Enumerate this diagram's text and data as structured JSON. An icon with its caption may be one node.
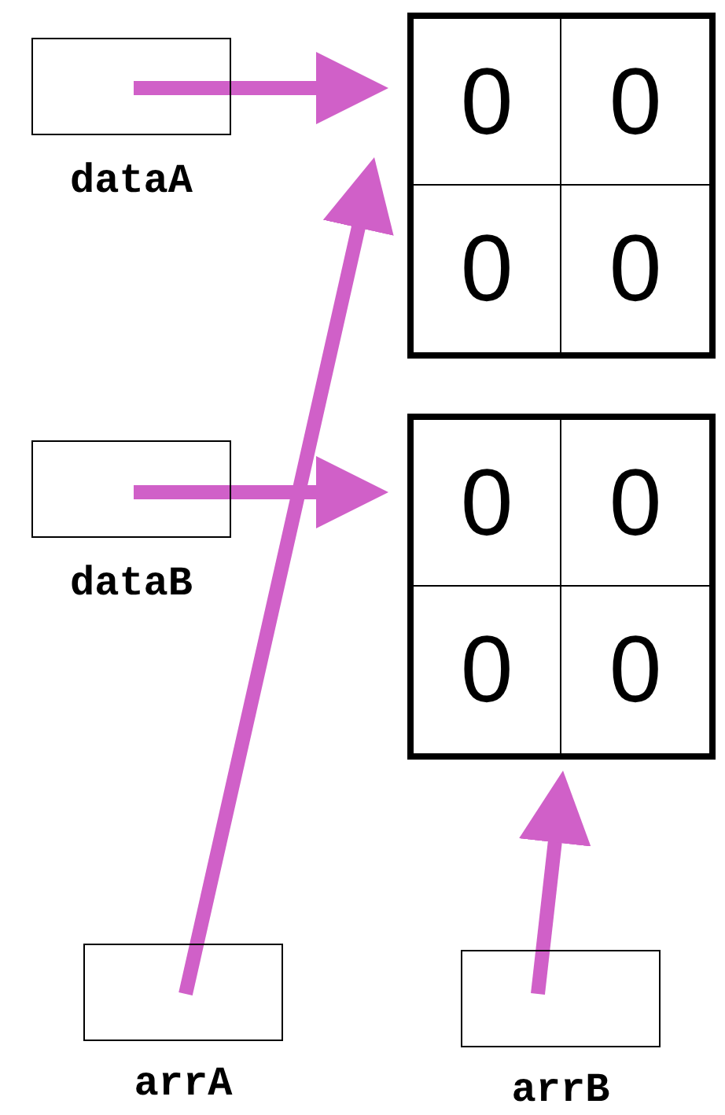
{
  "diagram": {
    "nodes": [
      {
        "text": [
          "dataA"
        ]
      },
      {
        "text": [],
        "shape": "box"
      },
      {
        "text": [
          "0"
        ],
        "in": 1
      },
      {
        "text": [
          "0"
        ],
        "in": 1
      },
      {
        "text": [
          "0"
        ],
        "in": 1
      },
      {
        "text": [
          "0"
        ],
        "in": 1
      },
      {
        "text": [
          "dataB"
        ]
      },
      {
        "text": [],
        "shape": "box"
      },
      {
        "text": [
          "0"
        ],
        "in": 7
      },
      {
        "text": [
          "0"
        ],
        "in": 7
      },
      {
        "text": [
          "0"
        ],
        "in": 7
      },
      {
        "text": [
          "0"
        ],
        "in": 7
      },
      {
        "text": [
          "arrA"
        ]
      },
      {
        "text": [
          "arrB"
        ]
      }
    ],
    "edges": [
      {
        "from": 0,
        "to": 1,
        "arrow": "to"
      },
      {
        "from": 12,
        "to": 1,
        "arrow": "to"
      },
      {
        "from": 6,
        "to": 7,
        "arrow": "to"
      },
      {
        "from": 13,
        "to": 7,
        "arrow": "to"
      }
    ]
  }
}
